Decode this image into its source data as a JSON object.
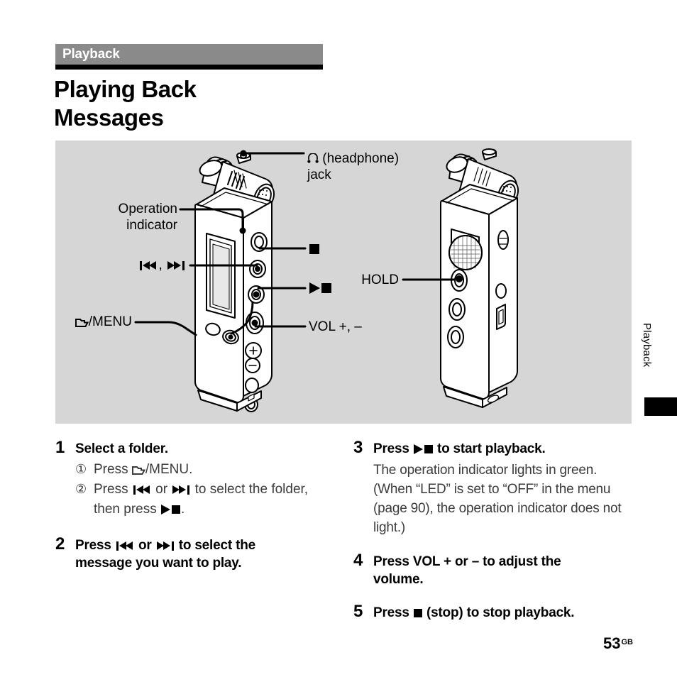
{
  "document": {
    "section_label": "Playback",
    "title_line1": "Playing Back",
    "title_line2": "Messages",
    "side_tab_label": "Playback",
    "page_number": "53",
    "page_number_suffix": "GB"
  },
  "figure": {
    "callouts": {
      "headphone_jack_line1": "(headphone)",
      "headphone_jack_line2": "jack",
      "headphone_icon": "headphone-jack-icon",
      "operation_indicator_line1": "Operation",
      "operation_indicator_line2": "indicator",
      "skip_buttons": ", ",
      "skip_prev_icon": "skip-previous-icon",
      "skip_next_icon": "skip-next-icon",
      "folder_menu_label": "/MENU",
      "folder_icon": "folder-icon",
      "stop_icon": "stop-icon",
      "play_stop_icon": "play-stop-icon",
      "vol_label": "VOL +, –",
      "hold_label": "HOLD"
    },
    "devices": {
      "front_device_name": "ic-recorder-front-view",
      "side_device_name": "ic-recorder-side-view"
    }
  },
  "steps": {
    "left": [
      {
        "number": "1",
        "heading": "Select a folder.",
        "substeps": [
          {
            "marker": "①",
            "text_before": "Press ",
            "icon": "folder-icon",
            "text_after": "/MENU."
          },
          {
            "marker": "②",
            "text_before": "Press ",
            "icon_prev": "skip-previous-icon",
            "text_middle": " or ",
            "icon_next": "skip-next-icon",
            "text_after": " to select the folder,",
            "continuation_before": "then press ",
            "continuation_icon": "play-stop-icon",
            "continuation_after": "."
          }
        ]
      },
      {
        "number": "2",
        "heading_part1": "Press ",
        "heading_icon_prev": "skip-previous-icon",
        "heading_part2": " or ",
        "heading_icon_next": "skip-next-icon",
        "heading_part3": " to select the",
        "heading_line2": "message you want to play."
      }
    ],
    "right": [
      {
        "number": "3",
        "heading_part1": "Press ",
        "heading_icon": "play-stop-icon",
        "heading_part2": " to start playback.",
        "body": "The operation indicator lights in green. (When “LED” is set to “OFF” in the menu (page 90), the operation indicator does not light.)"
      },
      {
        "number": "4",
        "heading_line1": "Press VOL + or – to adjust the",
        "heading_line2": "volume."
      },
      {
        "number": "5",
        "heading_part1": "Press ",
        "heading_icon": "stop-icon",
        "heading_part2": " (stop) to stop playback."
      }
    ]
  },
  "colors": {
    "section_bar": "#8a8a8a",
    "figure_background": "#d6d6d6",
    "rule": "#000000",
    "body_text": "#3b3b3b"
  }
}
